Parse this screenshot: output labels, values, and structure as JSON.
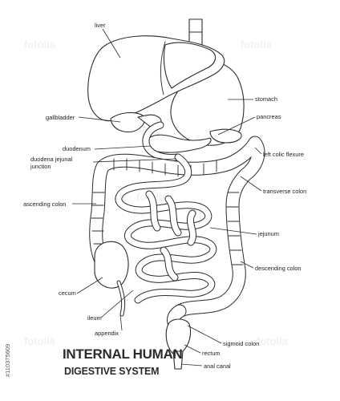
{
  "title": {
    "line1": "INTERNAL HUMAN",
    "line2": "DIGESTIVE SYSTEM"
  },
  "labels": {
    "liver": "liver",
    "stomach": "stomach",
    "gallbladder": "gallbladder",
    "pancreas": "pancreas",
    "duodenum": "duodenum",
    "duodenal_jejunal_1": "duodena jejunal",
    "duodenal_jejunal_2": "junction",
    "left_colic_flexure": "left colic flexure",
    "transverse_colon": "transverse colon",
    "ascending_colon": "ascending colon",
    "jejunum": "jejunum",
    "descending_colon": "descending colon",
    "cecum": "cecum",
    "ileum": "ileum",
    "appendix": "appendix",
    "sigmoid_colon": "sigmoid colon",
    "rectum": "rectum",
    "anal_canal": "anal canal"
  },
  "stock_id": "#110375609",
  "watermark": "fotolia",
  "colors": {
    "outline": "#2b2b2b",
    "fill": "#ffffff",
    "text": "#222222"
  }
}
